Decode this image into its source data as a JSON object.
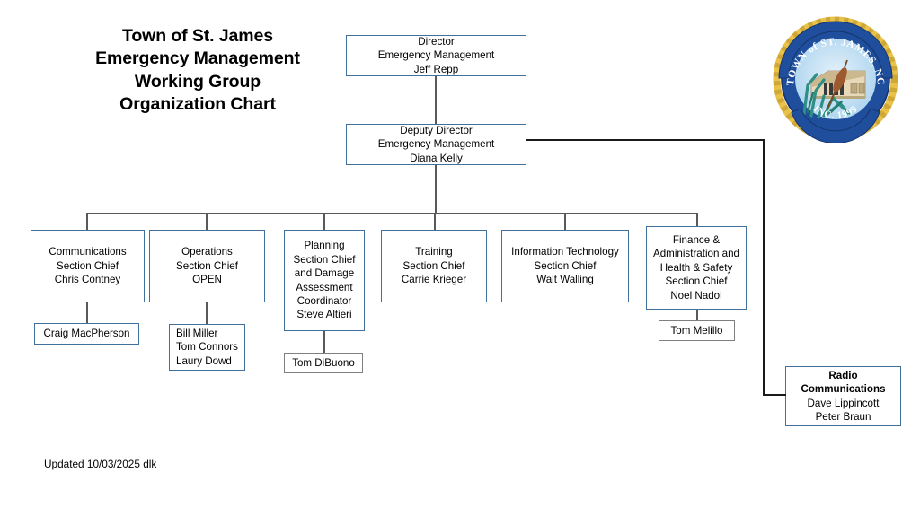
{
  "title": {
    "line1": "Town of St. James",
    "line2": "Emergency Management",
    "line3": "Working Group",
    "line4": "Organization Chart"
  },
  "seal": {
    "name": "town-of-st-james-seal",
    "top_text": "TOWN of ST. JAMES, NC",
    "bottom_text": "INC. 1999",
    "colors": {
      "ring": "#1f4e9c",
      "rope": "#e8c249",
      "sky": "#bcdcf2",
      "building": "#e8d8b8",
      "reeds": "#2f8f85",
      "cattail": "#9c5a2e"
    }
  },
  "nodes": {
    "director": {
      "title": "Director",
      "dept": "Emergency Management",
      "person": "Jeff Repp"
    },
    "deputy_director": {
      "title": "Deputy Director",
      "dept": "Emergency Management",
      "person": "Diana Kelly"
    },
    "communications": {
      "l1": "Communications",
      "l2": "Section Chief",
      "l3": "Chris Contney"
    },
    "communications_staff": {
      "l1": "Craig MacPherson"
    },
    "operations": {
      "l1": "Operations",
      "l2": "Section Chief",
      "l3": "OPEN"
    },
    "operations_staff": {
      "l1": "Bill Miller",
      "l2": "Tom Connors",
      "l3": "Laury Dowd"
    },
    "planning": {
      "l1": "Planning",
      "l2": "Section Chief",
      "l3": "and Damage",
      "l4": "Assessment",
      "l5": "Coordinator",
      "l6": "Steve Altieri"
    },
    "planning_staff": {
      "l1": "Tom DiBuono"
    },
    "training": {
      "l1": "Training",
      "l2": "Section Chief",
      "l3": "Carrie Krieger"
    },
    "information_technology": {
      "l1": "Information Technology",
      "l2": "Section Chief",
      "l3": "Walt Walling"
    },
    "finance_admin": {
      "l1": "Finance &",
      "l2": "Administration and",
      "l3": "Health & Safety",
      "l4": "Section Chief",
      "l5": "Noel Nadol"
    },
    "finance_admin_staff": {
      "l1": "Tom Melillo"
    },
    "radio_communications": {
      "l1": "Radio",
      "l2": "Communications",
      "l3": "Dave Lippincott",
      "l4": "Peter Braun"
    }
  },
  "footer": {
    "updated": "Updated 10/03/2025 dlk"
  },
  "chart_data": {
    "type": "diagram",
    "title": "Town of St. James Emergency Management Working Group Organization Chart",
    "hierarchy": [
      {
        "id": "director",
        "label": "Director / Emergency Management / Jeff Repp",
        "parent": null
      },
      {
        "id": "deputy_director",
        "label": "Deputy Director / Emergency Management / Diana Kelly",
        "parent": "director"
      },
      {
        "id": "communications",
        "label": "Communications Section Chief / Chris Contney",
        "parent": "deputy_director"
      },
      {
        "id": "communications_staff",
        "label": "Craig MacPherson",
        "parent": "communications"
      },
      {
        "id": "operations",
        "label": "Operations Section Chief / OPEN",
        "parent": "deputy_director"
      },
      {
        "id": "operations_staff",
        "label": "Bill Miller, Tom Connors, Laury Dowd",
        "parent": "operations"
      },
      {
        "id": "planning",
        "label": "Planning Section Chief and Damage Assessment Coordinator / Steve Altieri",
        "parent": "deputy_director"
      },
      {
        "id": "planning_staff",
        "label": "Tom DiBuono",
        "parent": "planning"
      },
      {
        "id": "training",
        "label": "Training Section Chief / Carrie Krieger",
        "parent": "deputy_director"
      },
      {
        "id": "information_technology",
        "label": "Information Technology Section Chief / Walt Walling",
        "parent": "deputy_director"
      },
      {
        "id": "finance_admin",
        "label": "Finance & Administration and Health & Safety Section Chief / Noel Nadol",
        "parent": "deputy_director"
      },
      {
        "id": "finance_admin_staff",
        "label": "Tom Melillo",
        "parent": "finance_admin"
      },
      {
        "id": "radio_communications",
        "label": "Radio Communications / Dave Lippincott / Peter Braun",
        "parent": "deputy_director"
      }
    ]
  }
}
